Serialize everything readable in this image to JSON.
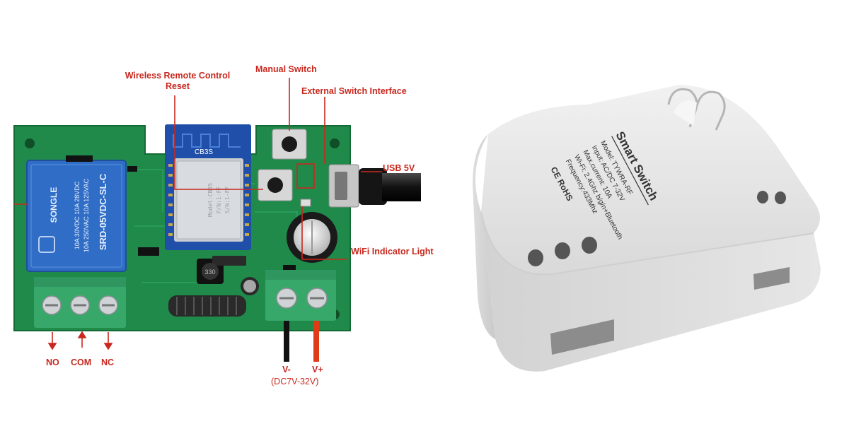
{
  "labels": {
    "wireless_reset_line1": "Wireless Remote Control",
    "wireless_reset_line2": "Reset",
    "manual_switch": "Manual Switch",
    "external_switch": "External Switch Interface",
    "usb": "USB 5V",
    "wifi_light": "WiFi Indicator Light",
    "no": "NO",
    "com": "COM",
    "nc": "NC",
    "v_minus": "V-",
    "v_plus": "V+",
    "dc_range": "(DC7V-32V)"
  },
  "board_print": {
    "module_name": "CB3S",
    "relay_lines": [
      "SRD-05VDC-SL-C",
      "10A 250VAC 10A 125VAC",
      "10A 30VDC 10A 28VDC"
    ],
    "relay_brand": "SONGLE",
    "coil": "330"
  },
  "case_print": {
    "title": "Smart Switch",
    "specs": [
      "Model: TYWRA-RF",
      "Input: AC/DC 7-32V",
      "Max.current: 10A",
      "Wi-Fi: 2.4Ghz b/g/n+Bluetooth",
      "Frequency:433Mhz"
    ],
    "marks": "CE RoHS"
  },
  "colors": {
    "label_red": "#c8281e",
    "pcb_green": "#1f8a4a",
    "terminal_green": "#37a86a",
    "case_grey": "#e3e3e3",
    "module_blue": "#1f4fa8"
  }
}
